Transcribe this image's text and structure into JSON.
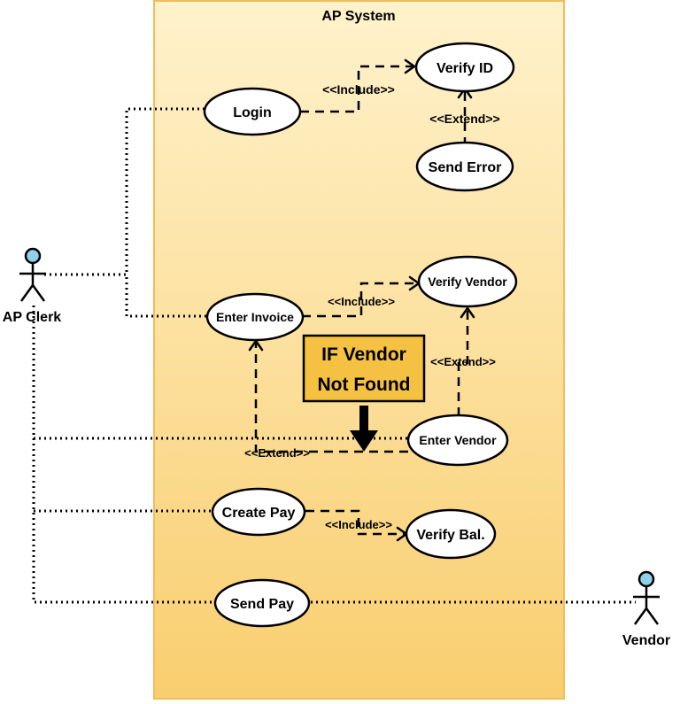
{
  "system": {
    "title": "AP System"
  },
  "actors": {
    "clerk": {
      "name": "AP Clerk"
    },
    "vendor": {
      "name": "Vendor"
    }
  },
  "use_cases": {
    "login": "Login",
    "verify_id": "Verify ID",
    "send_error": "Send Error",
    "verify_vendor": "Verify Vendor",
    "enter_invoice": "Enter Invoice",
    "enter_vendor": "Enter Vendor",
    "create_pay": "Create Pay",
    "verify_bal": "Verify Bal.",
    "send_pay": "Send Pay"
  },
  "relations": {
    "include_login_verify": "<<Include>>",
    "extend_error_verify": "<<Extend>>",
    "include_invoice_vendor": "<<Include>>",
    "extend_entervendor_verifyvendor": "<<Extend>>",
    "extend_entervendor_invoice": "<<Extend>>",
    "include_createpay_bal": "<<Include>>"
  },
  "note": {
    "line1": "IF Vendor",
    "line2": "Not Found"
  },
  "colors": {
    "system_top": "#FFF2CC",
    "system_bottom": "#F9CE6F",
    "system_border": "#F2BC5A",
    "note_fill": "#F5C143",
    "actor_head": "#8FD0EC"
  }
}
